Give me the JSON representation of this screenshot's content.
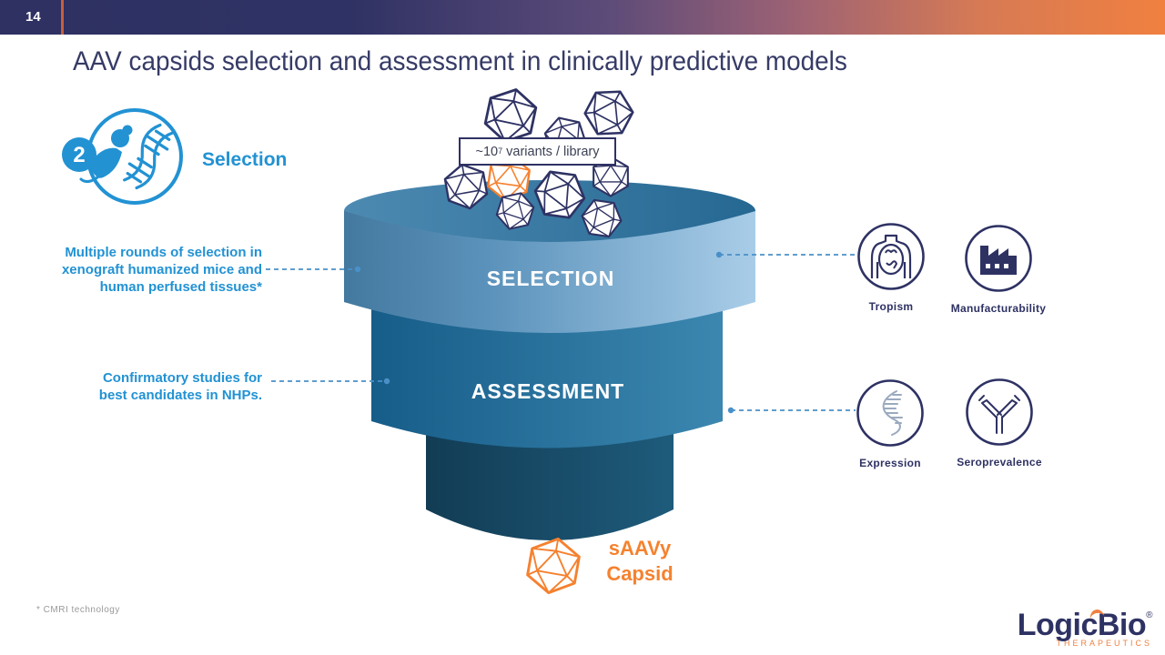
{
  "slide": {
    "number": "14",
    "title": "AAV capsids selection and assessment in clinically predictive models",
    "footnote": "* CMRI technology"
  },
  "step": {
    "number": "2",
    "label": "Selection",
    "icon": "mouse-dna-icon"
  },
  "funnel": {
    "library_label": {
      "prefix": "~10",
      "superscript": "7",
      "suffix": " variants / library"
    },
    "tiers": [
      {
        "label": "SELECTION"
      },
      {
        "label": "ASSESSMENT"
      }
    ],
    "output": {
      "line1": "sAAVy",
      "line2": "Capsid"
    },
    "capsid_icon": "icosahedron-capsid-icon"
  },
  "annotations": [
    {
      "lines": [
        "Multiple rounds of selection in",
        "xenograft humanized mice and",
        "human perfused tissues*"
      ]
    },
    {
      "lines": [
        "Confirmatory studies for",
        "best candidates in NHPs."
      ]
    }
  ],
  "criteria": [
    {
      "label": "Tropism",
      "icon": "tropism-body-icon"
    },
    {
      "label": "Manufacturability",
      "icon": "factory-icon"
    },
    {
      "label": "Expression",
      "icon": "dna-helix-icon"
    },
    {
      "label": "Seroprevalence",
      "icon": "antibody-icon"
    }
  ],
  "logo": {
    "wordmark": "LogicBio",
    "registered": "®",
    "tagline": "THERAPEUTICS"
  },
  "colors": {
    "accent_blue": "#2292d3",
    "navy": "#2e3263",
    "orange": "#f5812f",
    "dash_blue": "#4a90c8"
  }
}
